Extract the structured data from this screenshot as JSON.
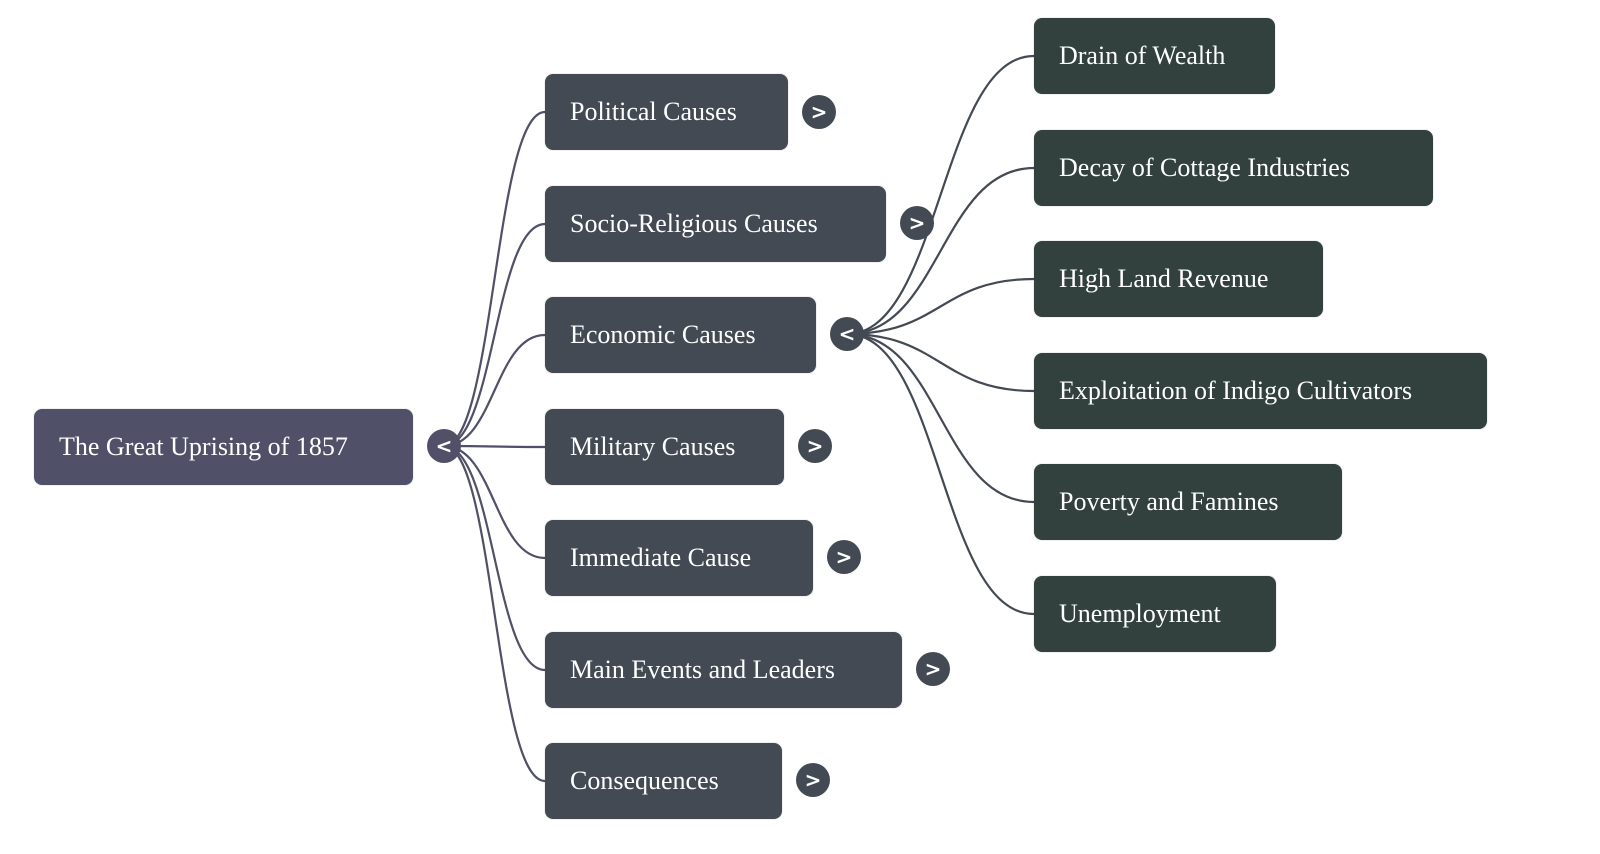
{
  "mindmap": {
    "root": {
      "label": "The Great Uprising of 1857",
      "toggle_icon": "collapse-chevron-left",
      "toggle_glyph": "<",
      "expanded": true
    },
    "branches": [
      {
        "label": "Political Causes",
        "toggle_glyph": ">",
        "expanded": false,
        "children": []
      },
      {
        "label": "Socio-Religious Causes",
        "toggle_glyph": ">",
        "expanded": false,
        "children": []
      },
      {
        "label": "Economic Causes",
        "toggle_glyph": "<",
        "expanded": true,
        "children": [
          {
            "label": "Drain of Wealth"
          },
          {
            "label": "Decay of Cottage Industries"
          },
          {
            "label": "High Land Revenue"
          },
          {
            "label": "Exploitation of Indigo Cultivators"
          },
          {
            "label": "Poverty and Famines"
          },
          {
            "label": "Unemployment"
          }
        ]
      },
      {
        "label": "Military Causes",
        "toggle_glyph": ">",
        "expanded": false,
        "children": []
      },
      {
        "label": "Immediate Cause",
        "toggle_glyph": ">",
        "expanded": false,
        "children": []
      },
      {
        "label": "Main Events and Leaders",
        "toggle_glyph": ">",
        "expanded": false,
        "children": []
      },
      {
        "label": "Consequences",
        "toggle_glyph": ">",
        "expanded": false,
        "children": []
      }
    ]
  },
  "colors": {
    "root_node": "#505168",
    "branch_node": "#434a54",
    "leaf_node": "#32403e",
    "root_edge": "#505168",
    "branch_edge": "#434a54",
    "text": "#ffffff",
    "background": "#ffffff"
  }
}
